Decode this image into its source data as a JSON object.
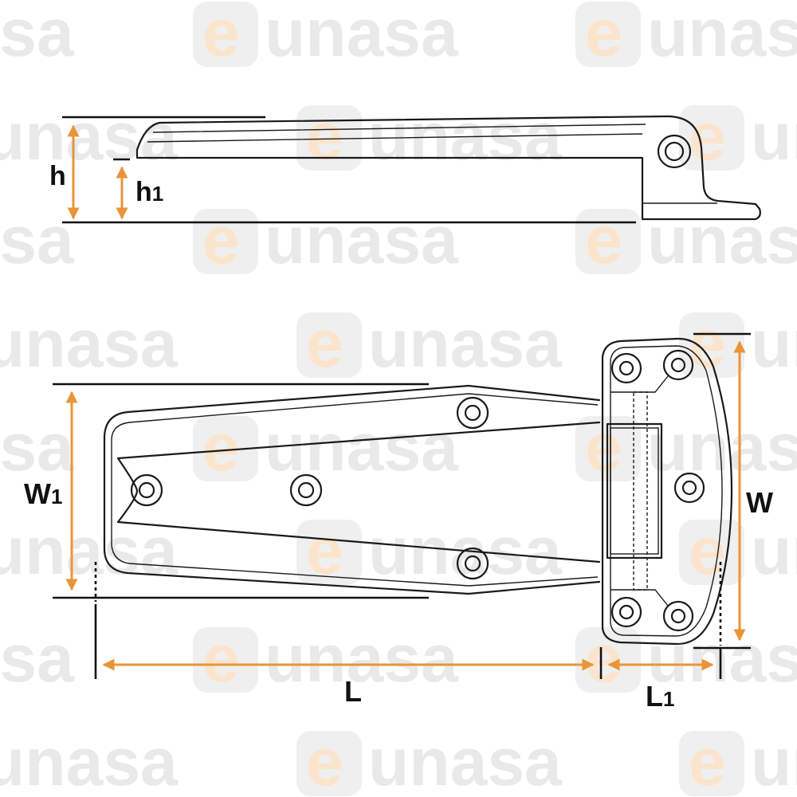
{
  "watermark": {
    "text": "unasa",
    "logo_letter": "e",
    "text_color": "#e9e9e9",
    "logo_color": "#fbe4cc"
  },
  "dimensions": {
    "side": {
      "h": "h",
      "h1": "h1"
    },
    "top": {
      "w": "W",
      "w1": "W1",
      "l": "L",
      "l1": "L1"
    }
  },
  "colors": {
    "dimension_arrow": "#e8953a",
    "line": "#1a1a1a",
    "background": "#ffffff"
  }
}
